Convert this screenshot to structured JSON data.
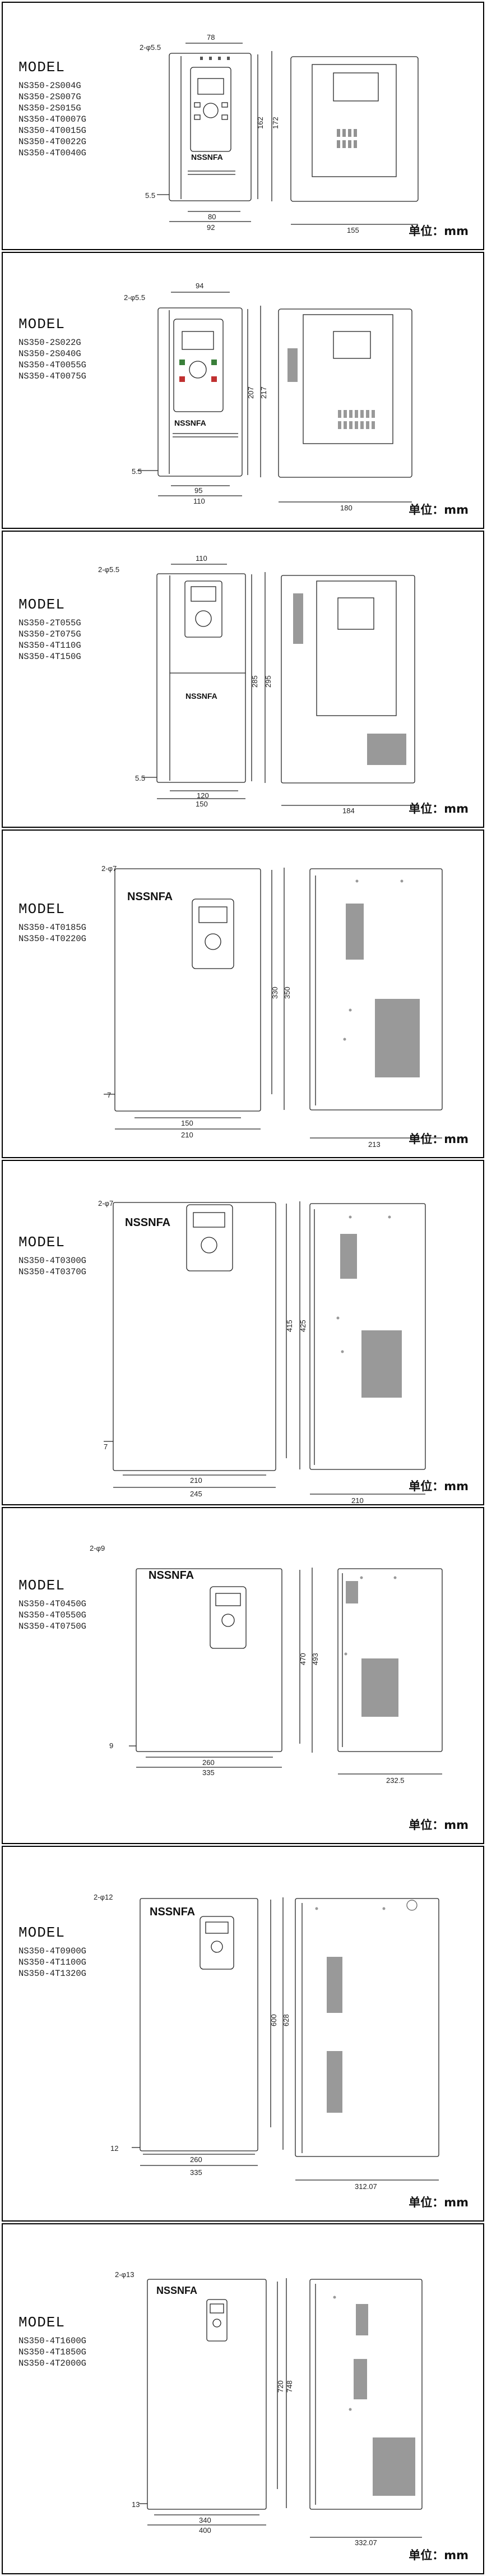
{
  "unit_label": "单位：mm",
  "model_heading": "MODEL",
  "brand": "NSSNFA",
  "sections": [
    {
      "models": [
        "NS350-2S004G",
        "NS350-2S007G",
        "NS350-2S015G",
        "NS350-4T0007G",
        "NS350-4T0015G",
        "NS350-4T0022G",
        "NS350-4T0040G"
      ],
      "dims": {
        "holes": "2-φ5.5",
        "top_width": "78",
        "height_inner": "162",
        "height_outer": "172",
        "bottom_offset": "5.5",
        "hole_spacing": "80",
        "total_width": "92",
        "depth": "155"
      }
    },
    {
      "models": [
        "NS350-2S022G",
        "NS350-2S040G",
        "NS350-4T0055G",
        "NS350-4T0075G"
      ],
      "dims": {
        "holes": "2-φ5.5",
        "top_width": "94",
        "height_inner": "207",
        "height_outer": "217",
        "bottom_offset": "5.5",
        "hole_spacing": "95",
        "total_width": "110",
        "depth": "180"
      }
    },
    {
      "models": [
        "NS350-2T055G",
        "NS350-2T075G",
        "NS350-4T110G",
        "NS350-4T150G"
      ],
      "dims": {
        "holes": "2-φ5.5",
        "top_width": "110",
        "height_inner": "285",
        "height_outer": "295",
        "bottom_offset": "5.5",
        "hole_spacing": "120",
        "total_width": "150",
        "depth": "184"
      }
    },
    {
      "models": [
        "NS350-4T0185G",
        "NS350-4T0220G"
      ],
      "dims": {
        "holes": "2-φ7",
        "height_inner": "330",
        "height_outer": "350",
        "bottom_offset": "7",
        "hole_spacing": "150",
        "total_width": "210",
        "depth": "213"
      }
    },
    {
      "models": [
        "NS350-4T0300G",
        "NS350-4T0370G"
      ],
      "dims": {
        "holes": "2-φ7",
        "height_inner": "415",
        "height_outer": "425",
        "bottom_offset": "7",
        "hole_spacing": "210",
        "total_width": "245",
        "depth": "210"
      }
    },
    {
      "models": [
        "NS350-4T0450G",
        "NS350-4T0550G",
        "NS350-4T0750G"
      ],
      "dims": {
        "holes": "2-φ9",
        "height_inner": "470",
        "height_outer": "493",
        "bottom_offset": "9",
        "hole_spacing": "260",
        "total_width": "335",
        "depth": "232.5"
      }
    },
    {
      "models": [
        "NS350-4T0900G",
        "NS350-4T1100G",
        "NS350-4T1320G"
      ],
      "dims": {
        "holes": "2-φ12",
        "height_inner": "600",
        "height_outer": "628",
        "bottom_offset": "12",
        "hole_spacing": "260",
        "total_width": "335",
        "depth": "312.07"
      }
    },
    {
      "models": [
        "NS350-4T1600G",
        "NS350-4T1850G",
        "NS350-4T2000G"
      ],
      "dims": {
        "holes": "2-φ13",
        "height_inner": "720",
        "height_outer": "748",
        "bottom_offset": "13",
        "hole_spacing": "340",
        "total_width": "400",
        "depth": "332.07"
      }
    }
  ]
}
